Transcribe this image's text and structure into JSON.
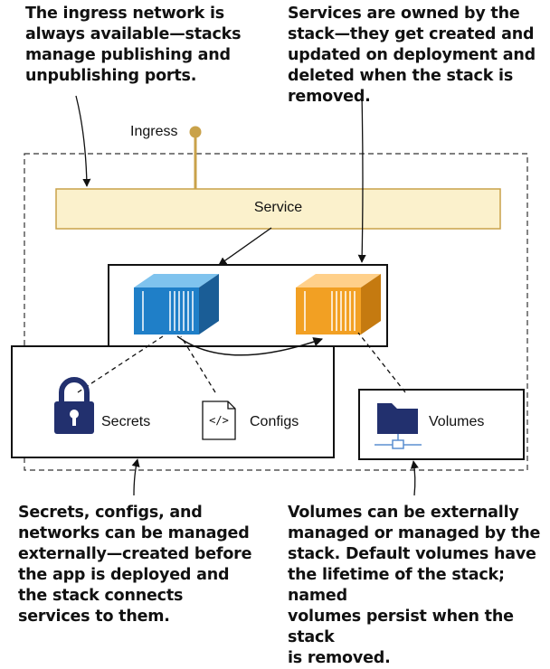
{
  "notes": {
    "ingress": "The ingress network is\nalways available—stacks\nmanage publishing and\nunpublishing ports.",
    "services": "Services are owned by the\nstack—they get created and\nupdated on deployment and\ndeleted when the stack is\nremoved.",
    "secrets": "Secrets, configs, and\nnetworks can be managed\nexternally—created before\nthe app is deployed and\nthe stack connects\nservices to them.",
    "volumes": "Volumes can be externally\nmanaged or managed by the\nstack. Default volumes have\nthe lifetime of the stack; named\nvolumes persist when the stack\nis removed."
  },
  "labels": {
    "ingress": "Ingress",
    "service": "Service",
    "secrets": "Secrets",
    "configs": "Configs",
    "volumes": "Volumes",
    "config_glyph": "</>"
  },
  "colors": {
    "service_fill": "#fbf1cc",
    "service_stroke": "#c9a24a",
    "ingress_line": "#c9a24a",
    "container_blue": "#1f7fc8",
    "container_orange": "#f2a023",
    "icon_navy": "#22306e"
  }
}
